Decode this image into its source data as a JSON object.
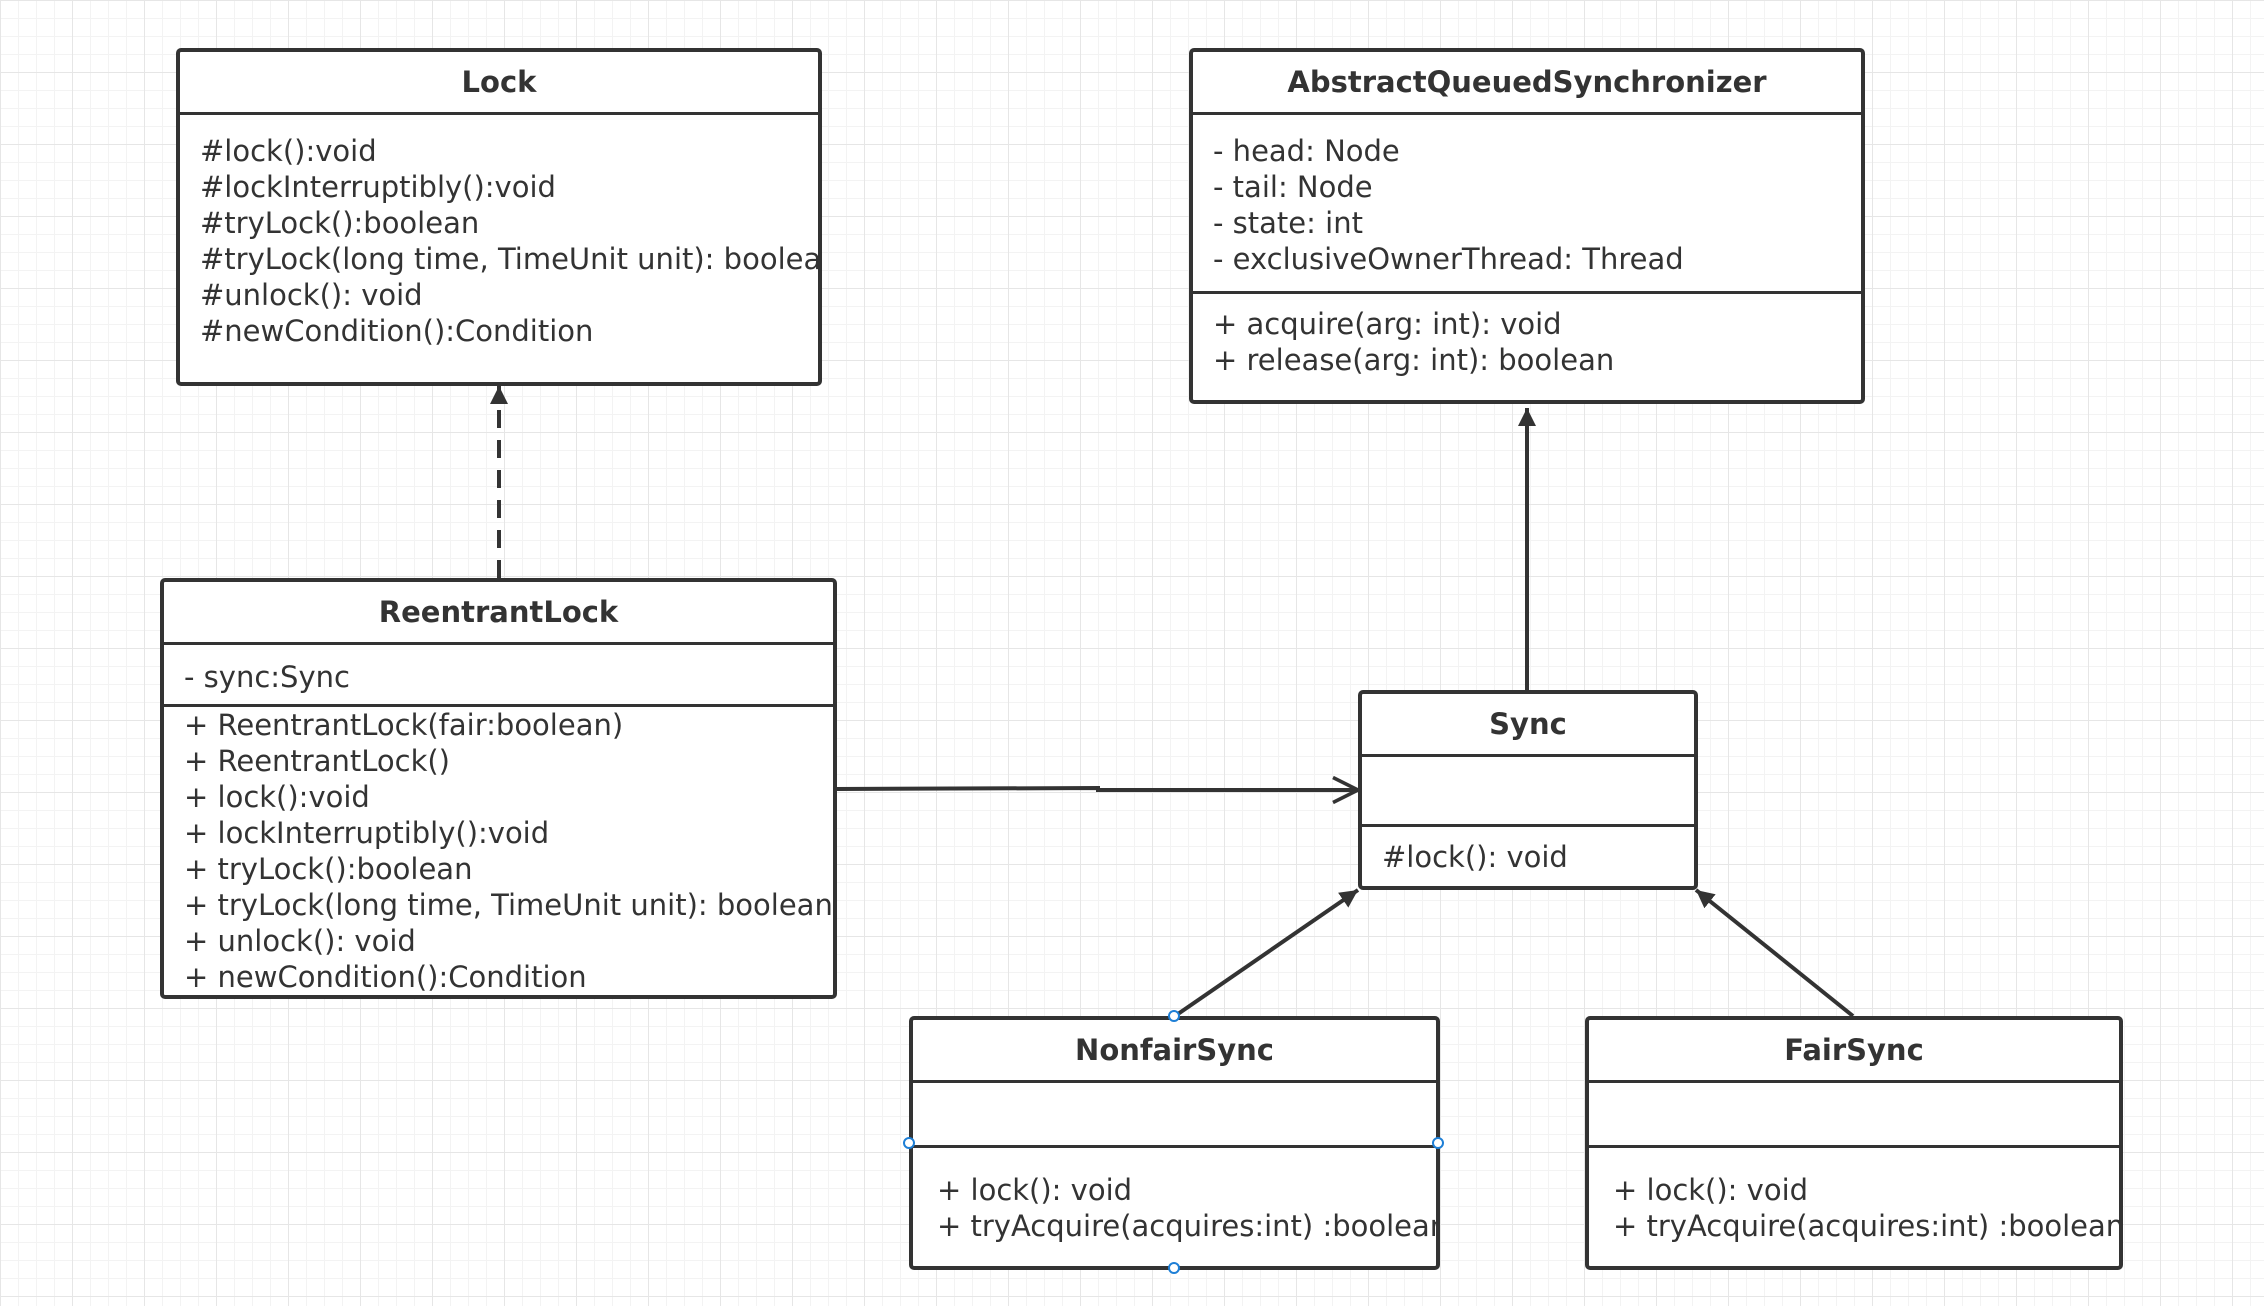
{
  "classes": {
    "lock": {
      "name": "Lock",
      "attributes": [],
      "operations": [
        "#lock():void",
        "#lockInterruptibly():void",
        "#tryLock():boolean",
        "#tryLock(long time, TimeUnit unit): boolean",
        "#unlock(): void",
        "#newCondition():Condition"
      ]
    },
    "aqs": {
      "name": "AbstractQueuedSynchronizer",
      "attributes": [
        "- head: Node",
        "- tail: Node",
        "- state: int",
        "- exclusiveOwnerThread: Thread"
      ],
      "operations": [
        "+ acquire(arg: int): void",
        "+ release(arg: int): boolean"
      ]
    },
    "reentrant_lock": {
      "name": "ReentrantLock",
      "attributes": [
        "- sync:Sync"
      ],
      "operations": [
        "+ ReentrantLock(fair:boolean)",
        "+ ReentrantLock()",
        "+ lock():void",
        "+ lockInterruptibly():void",
        "+ tryLock():boolean",
        "+ tryLock(long time, TimeUnit unit): boolean",
        "+ unlock(): void",
        "+ newCondition():Condition"
      ]
    },
    "sync": {
      "name": "Sync",
      "attributes": [],
      "operations": [
        "#lock(): void"
      ]
    },
    "nonfair_sync": {
      "name": "NonfairSync",
      "attributes": [],
      "operations": [
        "+ lock(): void",
        "+ tryAcquire(acquires:int) :boolean"
      ]
    },
    "fair_sync": {
      "name": "FairSync",
      "attributes": [],
      "operations": [
        "+ lock(): void",
        "+ tryAcquire(acquires:int) :boolean"
      ]
    }
  },
  "relations": [
    {
      "from": "reentrant_lock",
      "to": "lock",
      "type": "realization"
    },
    {
      "from": "reentrant_lock",
      "to": "sync",
      "type": "association"
    },
    {
      "from": "sync",
      "to": "aqs",
      "type": "generalization"
    },
    {
      "from": "nonfair_sync",
      "to": "sync",
      "type": "generalization"
    },
    {
      "from": "fair_sync",
      "to": "sync",
      "type": "generalization"
    }
  ],
  "colors": {
    "line": "#333333",
    "background": "#ffffff",
    "grid": "#e6e6e6",
    "selection_handle": "#1e7fd6"
  }
}
